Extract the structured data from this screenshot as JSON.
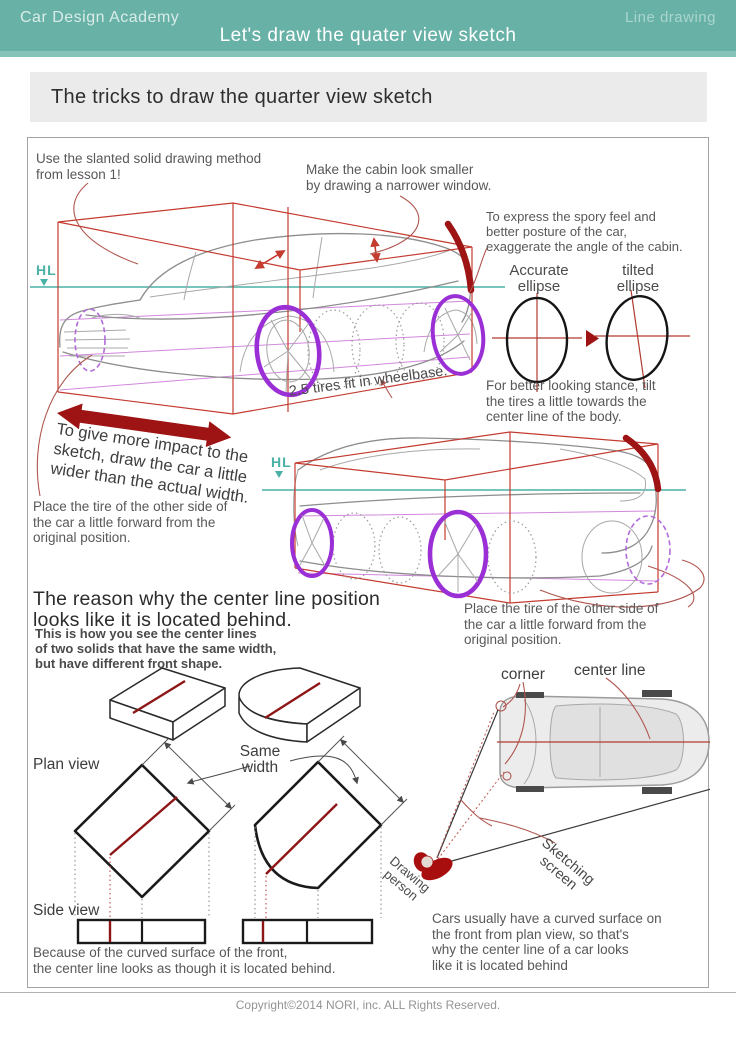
{
  "colors": {
    "header_teal": "#68b1a6",
    "header_strip": "#85c2b8",
    "sketch_red": "#c43b30",
    "deep_red": "#9e1414",
    "wheel_purple": "#9b2fd6",
    "horizon_teal": "#4ab1a5",
    "center_red": "#8e1616"
  },
  "header": {
    "brand": "Car Design Academy",
    "title": "Let's draw the quater view sketch",
    "tag": "Line drawing"
  },
  "page_title": "The tricks to draw the quarter view sketch",
  "annotations": {
    "slanted_solid": "Use the slanted solid drawing method\nfrom lesson 1!",
    "cabin_smaller": "Make the cabin look smaller\nby drawing a narrower window.",
    "sporty_cabin": "To express the spory feel and\nbetter posture of the car,\nexaggerate the angle of the cabin.",
    "accurate_ellipse": "Accurate\nellipse",
    "tilted_ellipse": "tilted\nellipse",
    "stance": "For better looking stance, tilt\nthe tires a little towards the\ncenter line of the body.",
    "tires_wheelbase": "2.5 tires fit in wheelbase.",
    "impact": "To give more impact to the\nsketch, draw the car a little\nwider than the actual width.",
    "tire_forward_left": "Place the tire of the other side of\nthe car a little forward from the\noriginal position.",
    "tire_forward_right": "Place the tire of the other side of\nthe car a little forward from the\noriginal position.",
    "horizon_label": "HL"
  },
  "reason_section": {
    "heading": "The reason why the center line position\nlooks like it is located behind.",
    "subtext": "This is how you see the center lines\nof two solids that have the same width,\nbut have different front shape.",
    "same_width": "Same\nwidth",
    "plan_view": "Plan view",
    "side_view": "Side view",
    "conclusion": "Because of the curved surface of the front,\nthe center line looks as though it is located behind."
  },
  "sight_diagram": {
    "corner": "corner",
    "center_line": "center line",
    "sketching_screen": "Sketching\nscreen",
    "drawing_person": "Drawing\nperson",
    "explanation": "Cars usually have a curved surface on\nthe front from plan view, so that's\nwhy the center line of a car looks\nlike it is located behind"
  },
  "footer": {
    "copyright": "Copyright©2014 NORI, inc. ALL Rights Reserved."
  }
}
